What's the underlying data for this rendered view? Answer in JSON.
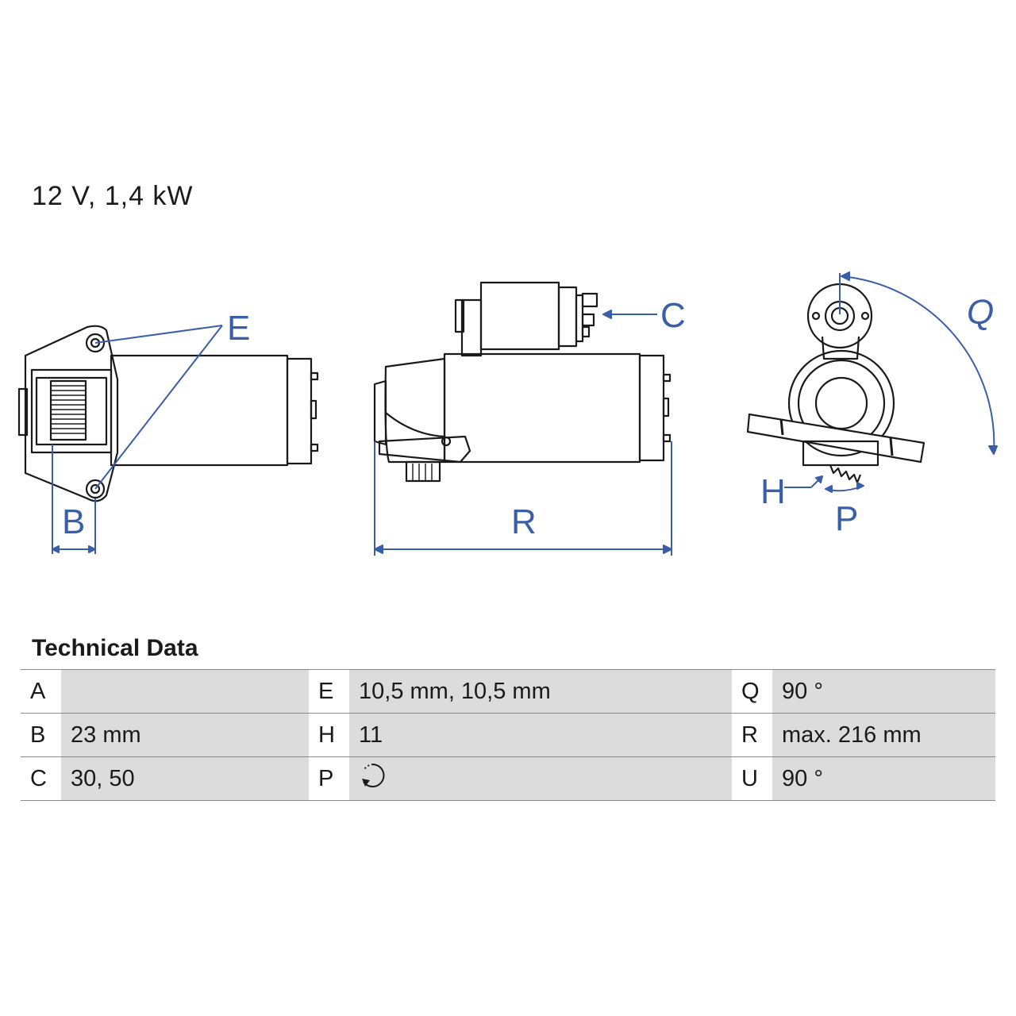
{
  "header": {
    "subtitle": "12 V, 1,4 kW"
  },
  "diagram_labels": {
    "E": "E",
    "B": "B",
    "C": "C",
    "R": "R",
    "Q": "Q",
    "H": "H",
    "P": "P"
  },
  "technical_data": {
    "title": "Technical Data",
    "rows": [
      [
        {
          "key": "A",
          "value": ""
        },
        {
          "key": "E",
          "value": "10,5 mm, 10,5 mm"
        },
        {
          "key": "Q",
          "value": "90 °"
        }
      ],
      [
        {
          "key": "B",
          "value": "23 mm"
        },
        {
          "key": "H",
          "value": "11"
        },
        {
          "key": "R",
          "value": "max. 216 mm"
        }
      ],
      [
        {
          "key": "C",
          "value": "30, 50"
        },
        {
          "key": "P",
          "value": "rotation-direction-icon"
        },
        {
          "key": "U",
          "value": "90 °"
        }
      ]
    ]
  },
  "colors": {
    "dimension": "#3a5fa8",
    "outline": "#1a1a1a",
    "cell": "#dcdcdc"
  }
}
